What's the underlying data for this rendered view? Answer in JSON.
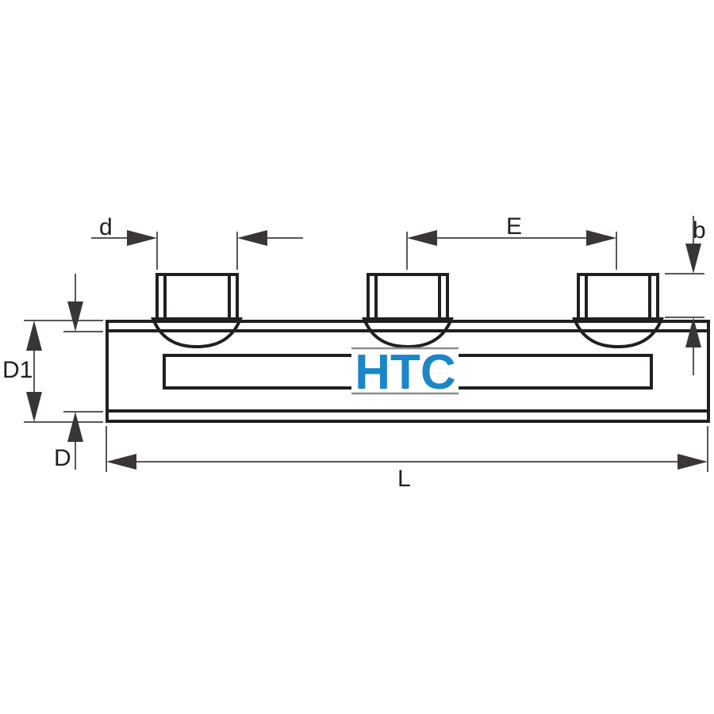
{
  "labels": {
    "d": "d",
    "e": "E",
    "b": "b",
    "d1": "D1",
    "big_d": "D",
    "l": "L"
  },
  "logo": {
    "text": "HTC",
    "color": "#1a86c8"
  },
  "colors": {
    "line": "#231f20",
    "arrow": "#3a3536"
  }
}
